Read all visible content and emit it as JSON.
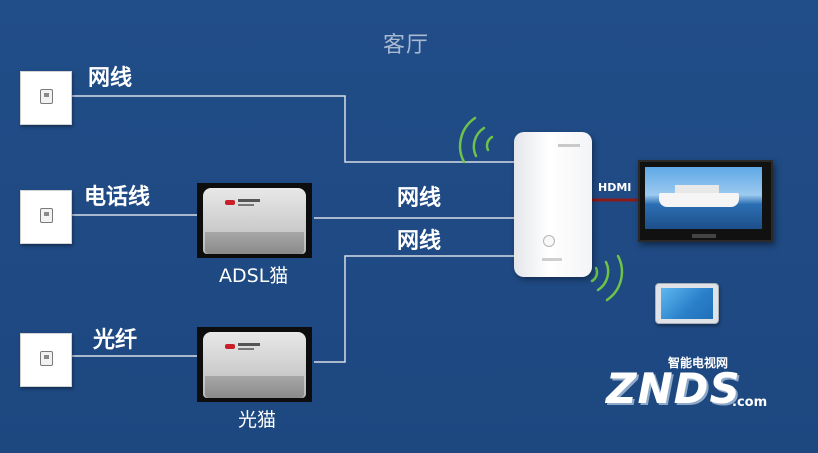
{
  "title": "客厅",
  "labels": {
    "wall_line_top": "网线",
    "phone_line": "电话线",
    "fiber": "光纤",
    "adsl_to_router": "网线",
    "fiber_modem_to_router": "网线",
    "adsl_modem": "ADSL猫",
    "fiber_modem": "光猫",
    "hdmi": "HDMI"
  },
  "watermark": {
    "site_cn": "智能电视网",
    "brand": "ZNDS",
    "domain": ".com"
  },
  "icons": [
    "wall-socket-icon",
    "adsl-modem-icon",
    "fiber-modem-icon",
    "router-icon",
    "wifi-signal-icon",
    "tv-icon",
    "tablet-icon"
  ],
  "colors": {
    "background": "#1f4a85",
    "wire": "#d8dde6",
    "hdmi_cable": "#8b1a1a",
    "wifi_signal": "#6fc24a"
  }
}
